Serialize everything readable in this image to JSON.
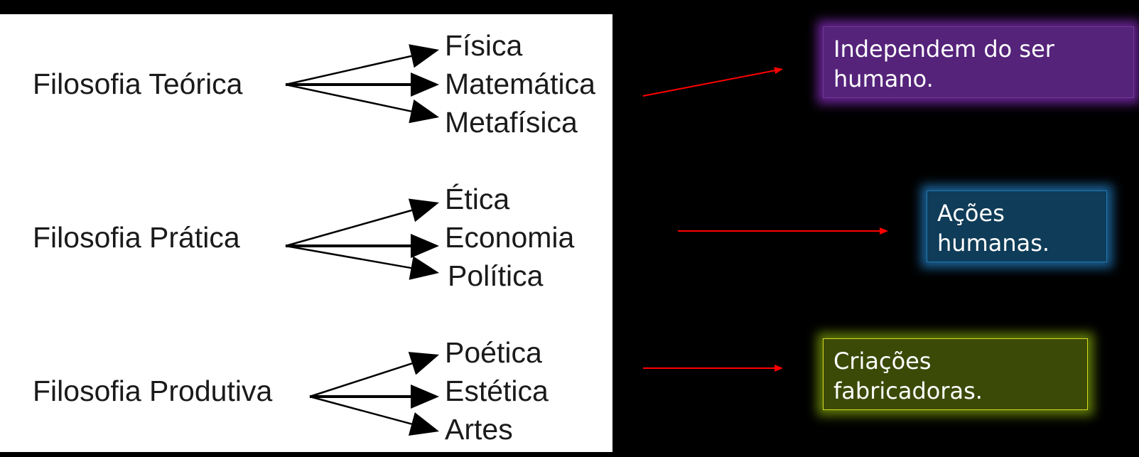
{
  "diagram": {
    "groups": [
      {
        "root": "Filosofia Teórica",
        "branches": [
          "Física",
          "Matemática",
          "Metafísica"
        ]
      },
      {
        "root": "Filosofia Prática",
        "branches": [
          "Ética",
          "Economia",
          "Política"
        ]
      },
      {
        "root": "Filosofia Produtiva",
        "branches": [
          "Poética",
          "Estética",
          "Artes"
        ]
      }
    ]
  },
  "notes": [
    {
      "text": "Independem do ser humano.",
      "color": "#55237a",
      "border": "#6e3a95"
    },
    {
      "text": "Ações humanas.",
      "color": "#0f3c58",
      "border": "#1f77b4"
    },
    {
      "text": "Criações fabricadoras.",
      "color": "#3c4a08",
      "border": "#d6dc20"
    }
  ],
  "arrow_color": "#ff0000"
}
